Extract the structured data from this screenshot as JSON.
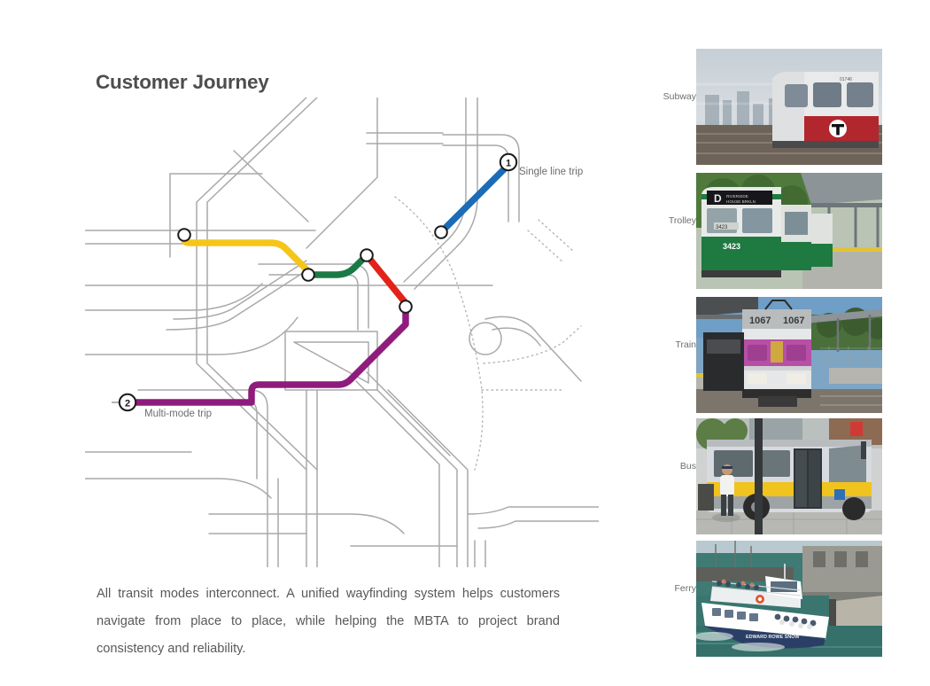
{
  "slide": {
    "title": "Customer Journey",
    "caption": "All transit modes interconnect. A unified wayfinding system helps customers navigate from place to place, while helping the MBTA to project brand consistency and reliability."
  },
  "map": {
    "routes": [
      {
        "id": "single-line-trip",
        "marker": "1",
        "label": "Single line trip",
        "color": "#1b6cb5",
        "description": "A single blue line segment running diagonally from the numbered marker down to a station circle."
      },
      {
        "id": "multi-mode-trip",
        "marker": "2",
        "label": "Multi-mode trip",
        "colors": [
          "#f5c518",
          "#1a7a45",
          "#e2231a",
          "#8f1b7d"
        ],
        "description": "A chained route: yellow, then green, then red, then purple, connected by white station circles."
      }
    ],
    "base_map": {
      "line_color": "#9b9b9d",
      "dotted_line_color": "#b6b6b8",
      "description": "Light gray schematic street and transit network with rounded corners and parallel line pairs."
    }
  },
  "modes": [
    {
      "label": "Subway",
      "image_name": "subway-photo",
      "alt": "Red Line subway car with MBTA T logo speeding past a blurred city skyline"
    },
    {
      "label": "Trolley",
      "image_name": "trolley-photo",
      "alt": "Green Line trolley number 3423 with D route sign at a station platform"
    },
    {
      "label": "Train",
      "image_name": "train-photo",
      "alt": "Commuter rail locomotive number 1067 with purple stripe at a platform"
    },
    {
      "label": "Bus",
      "image_name": "bus-photo",
      "alt": "MBTA bus with yellow stripe and open doors at a city street stop with driver"
    },
    {
      "label": "Ferry",
      "image_name": "ferry-photo",
      "alt": "White passenger ferry named Edward Rowe Snow full of riders in the harbor"
    }
  ],
  "colors": {
    "title": "#4d4d4f",
    "body_text": "#58595b",
    "label_text": "#6c6d70",
    "blue_line": "#1b6cb5",
    "yellow_line": "#f5c518",
    "green_line": "#1a7a45",
    "red_line": "#e2231a",
    "purple_line": "#8f1b7d",
    "map_gray": "#9b9b9d",
    "background": "#ffffff"
  }
}
